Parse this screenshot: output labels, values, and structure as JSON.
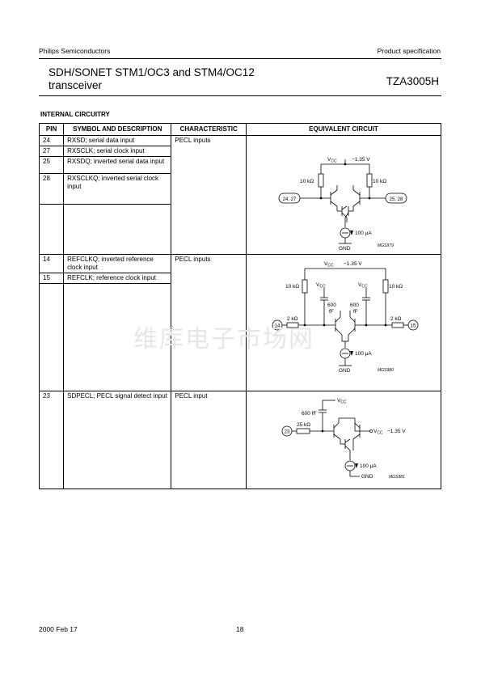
{
  "header": {
    "company": "Philips Semiconductors",
    "doc_type": "Product specification",
    "title": "SDH/SONET STM1/OC3 and STM4/OC12 transceiver",
    "part_number": "TZA3005H"
  },
  "section_title": "INTERNAL CIRCUITRY",
  "table": {
    "columns": [
      "PIN",
      "SYMBOL AND DESCRIPTION",
      "CHARACTERISTIC",
      "EQUIVALENT CIRCUIT"
    ],
    "groups": [
      {
        "characteristic": "PECL inputs",
        "rows": [
          {
            "pin": "24",
            "desc": "RXSD; serial data input"
          },
          {
            "pin": "27",
            "desc": "RXSCLK; serial clock input"
          },
          {
            "pin": "25",
            "desc": "RXSDQ; inverted serial data input"
          },
          {
            "pin": "28",
            "desc": "RXSCLKQ; inverted serial clock input"
          }
        ],
        "circuit": {
          "vcc": "VCC",
          "vcc_sub": "CC",
          "vcc_offset": "−1.35 V",
          "res_left": "10 kΩ",
          "res_right": "10 kΩ",
          "pin_left": "24, 27",
          "pin_right": "25, 28",
          "current": "100 µA",
          "gnd": "GND",
          "fig": "MGS979"
        }
      },
      {
        "characteristic": "PECL inputs",
        "rows": [
          {
            "pin": "14",
            "desc": "REFCLKQ; inverted reference clock input"
          },
          {
            "pin": "15",
            "desc": "REFCLK; reference clock input"
          }
        ],
        "circuit": {
          "vcc_offset": "−1.35 V",
          "res_left": "10 kΩ",
          "res_right": "10 kΩ",
          "cap_left": "600",
          "cap_right": "600",
          "cap_unit": "fF",
          "series_left": "2 kΩ",
          "series_right": "2 kΩ",
          "pin_left": "14",
          "pin_right": "15",
          "current": "100 µA",
          "gnd": "GND",
          "fig": "MGS980"
        }
      },
      {
        "characteristic": "PECL input",
        "rows": [
          {
            "pin": "23",
            "desc": "SDPECL; PECL signal detect input"
          }
        ],
        "circuit": {
          "cap": "600 fF",
          "series": "25 kΩ",
          "pin": "23",
          "vcc_offset": "−1.35 V",
          "current": "100 µA",
          "gnd": "GND",
          "fig": "MGS981"
        }
      }
    ]
  },
  "footer": {
    "date": "2000 Feb 17",
    "page": "18"
  },
  "watermark": "维库电子市场网"
}
